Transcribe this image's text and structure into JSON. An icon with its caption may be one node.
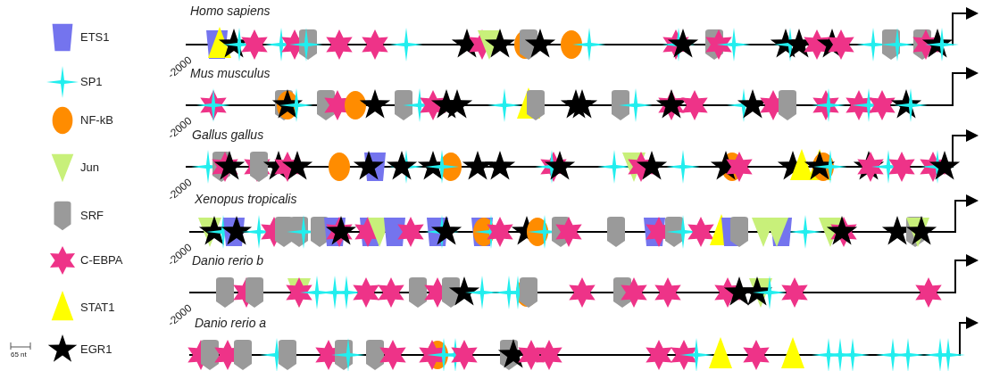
{
  "diagram": {
    "labels": [
      "Homo sapiens",
      "-2000",
      "Mus musculus",
      "-2000",
      "Gallus gallus",
      "-2000",
      "Xenopus tropicalis",
      "-2000",
      "Danio rerio b",
      "-2000",
      "Danio rerio a",
      "65 nt"
    ],
    "legend": [
      {
        "text": "ETS1"
      },
      {
        "text": "SP1"
      },
      {
        "text": "NF-kB"
      },
      {
        "text": "Jun"
      },
      {
        "text": "SRF"
      },
      {
        "text": "C-EBPA"
      },
      {
        "text": "STAT1"
      },
      {
        "text": "EGR1"
      }
    ]
  }
}
